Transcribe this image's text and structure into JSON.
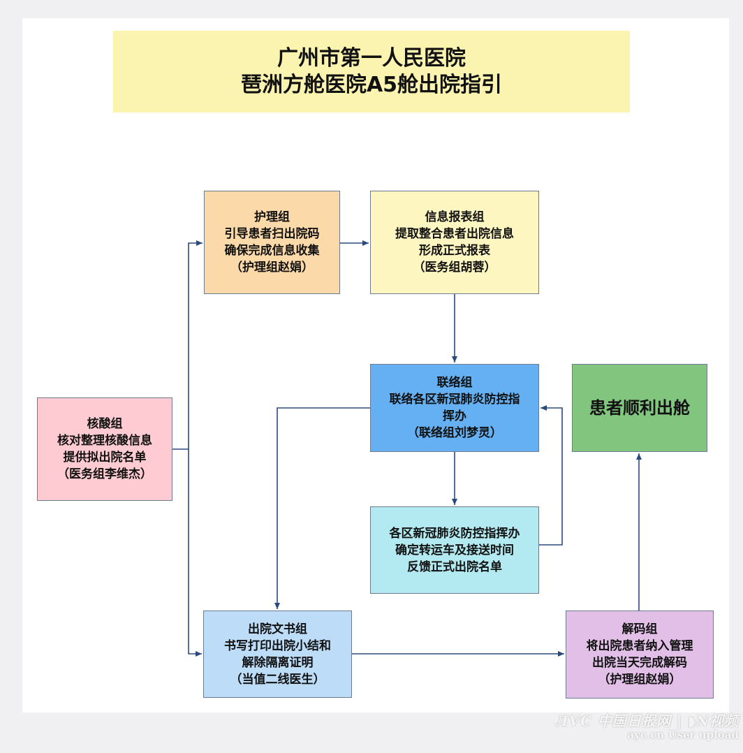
{
  "title": {
    "line1": "广州市第一人民医院",
    "line2": "琶洲方舱医院A5舱出院指引"
  },
  "boxes": {
    "nursing": [
      "护理组",
      "引导患者扫出院码",
      "确保完成信息收集",
      "（护理组赵娟）"
    ],
    "info": [
      "信息报表组",
      "提取整合患者出院信息",
      "形成正式报表",
      "（医务组胡蓉）"
    ],
    "nucleic": [
      "核酸组",
      "核对整理核酸信息",
      "提供拟出院名单",
      "（医务组李维杰）"
    ],
    "liaison": [
      "联络组",
      "联络各区新冠肺炎防控指",
      "挥办",
      "（联络组刘梦灵）"
    ],
    "district": [
      "各区新冠肺炎防控指挥办",
      "确定转运车及接送时间",
      "反馈正式出院名单"
    ],
    "docs": [
      "出院文书组",
      "书写打印出院小结和",
      "解除隔离证明",
      "（当值二线医生）"
    ],
    "decode": [
      "解码组",
      "将出院患者纳入管理",
      "出院当天完成解码",
      "（护理组赵娟）"
    ],
    "exit": [
      "患者顺利出舱"
    ]
  },
  "colors": {
    "arrow": "#2a4a7f",
    "title_bg": "#fbf4b0"
  },
  "watermark": {
    "logo": "ЛVC 中国日报网 | ◗N视频",
    "caption": "ayc.cn User upload"
  }
}
